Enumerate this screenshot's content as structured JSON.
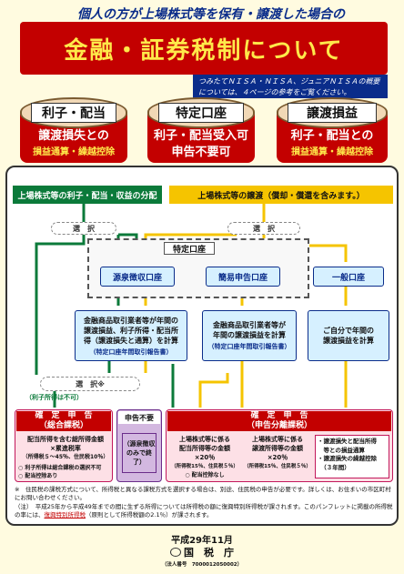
{
  "title": {
    "subtitle": "個人の方が上場株式等を保有・譲渡した場合の",
    "main": "金融・証券税制について",
    "note": "つみたてＮＩＳＡ・ＮＩＳＡ、ジュニアＮＩＳＡの概要については、４ページの参考をご覧ください。"
  },
  "trees": [
    {
      "label": "利子・配当",
      "line1": "譲渡損失との",
      "line2": "損益通算・繰越控除"
    },
    {
      "label": "特定口座",
      "line1": "利子・配当受入可",
      "line2": "申告不要可"
    },
    {
      "label": "譲渡損益",
      "line1": "利子・配当との",
      "line2": "損益通算・繰越控除"
    }
  ],
  "flow": {
    "left_header": "上場株式等の利子・配当・収益の分配",
    "right_header": "上場株式等の譲渡（償却・償還を含みます。）",
    "select1": "選　択",
    "select2": "選　択",
    "tokutei_label": "特定口座",
    "account_withholding": "源泉徴収口座",
    "account_simple": "簡易申告口座",
    "account_general": "一般口座",
    "calc1_l1": "金融商品取引業者等が年間の",
    "calc1_l2": "譲渡損益、利子所得・配当所",
    "calc1_l3": "得（譲渡損失と通算）を計算",
    "calc1_sub": "（特定口座年間取引報告書）",
    "calc2_l1": "金融商品取引業者等が",
    "calc2_l2": "年間の譲渡損益を計算",
    "calc2_sub": "（特定口座年間取引報告書）",
    "calc3_l1": "ご自分で年間の",
    "calc3_l2": "譲渡損益を計算",
    "select3": "選　択※",
    "select3_note": "（利子所得は不可）"
  },
  "results": {
    "sogo_title1": "確　定　申　告",
    "sogo_title2": "（総合課税）",
    "sogo_l1": "配当所得を含む総所得金額",
    "sogo_l2": "×累進税率",
    "sogo_l3": "（所得税５～45％、住民税10％）",
    "sogo_b1": "○ 利子所得は総合課税の選択不可",
    "sogo_b2": "○ 配当控除あり",
    "fuyo_title": "申告不要",
    "fuyo_body": "（源泉徴収のみで終了）",
    "bunri_title1": "確　定　申　告",
    "bunri_title2": "（申告分離課税）",
    "bunri_a_l1": "上場株式等に係る",
    "bunri_a_l2": "配当所得等の金額",
    "bunri_a_l3": "×20％",
    "bunri_a_l4": "（所得税15％、住民税５％）",
    "bunri_a_b": "○ 配当控除なし",
    "bunri_b_l1": "上場株式等に係る",
    "bunri_b_l2": "譲渡所得等の金額",
    "bunri_b_l3": "×20％",
    "bunri_b_l4": "（所得税15％、住民税５％）",
    "bunri_c_l1": "・譲渡損失と配当所得",
    "bunri_c_l2": "　等との損益通算",
    "bunri_c_l3": "・譲渡損失の繰越控除",
    "bunri_c_l4": "　（３年間）"
  },
  "footnotes": {
    "n1": "※　住民税の課税方式について、所得税と異なる課税方式を選択する場合は、別途、住民税の申告が必要です。詳しくは、お住まいの市区町村にお問い合わせください。",
    "n2a": "（注）　平成25年から平成49年までの間に生ずる所得については所得税の額に復興特別所得税が課されます。このパンフレットに掲載の所得",
    "n2b": "税の率には、",
    "n2c": "復興特別所得税",
    "n2d": "（原則として所得税額の2.1％）が課されます。"
  },
  "footer": {
    "date": "平成29年11月",
    "agency": "国　税　庁",
    "number": "（法人番号　7000012050002）"
  },
  "colors": {
    "red": "#c30000",
    "green": "#0b7a3a",
    "yellow": "#f5c400",
    "navy": "#0a2c8a"
  }
}
